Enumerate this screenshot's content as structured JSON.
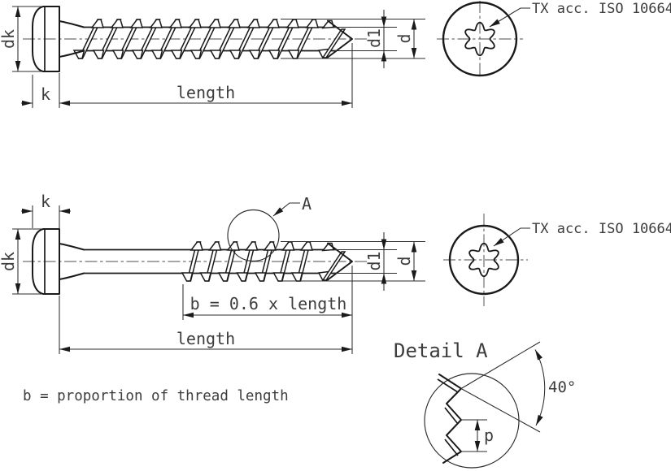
{
  "screw_full_thread": {
    "dk": "dk",
    "k": "k",
    "length": "length",
    "d1": "d1",
    "d": "d"
  },
  "screw_part_thread": {
    "dk": "dk",
    "k": "k",
    "length": "length",
    "b": "b = 0.6 x length",
    "d1": "d1",
    "d": "d",
    "detail_ref": "A"
  },
  "torx_callout": "TX acc. ISO 10664",
  "detail_view": {
    "title": "Detail A",
    "angle": "40°",
    "pitch": "p"
  },
  "footnote": "b = proportion of thread length",
  "colors": {
    "line": "#1a1a1a",
    "dimension": "#2b2b2b",
    "text": "#3d3d3d",
    "background": "#ffffff"
  }
}
